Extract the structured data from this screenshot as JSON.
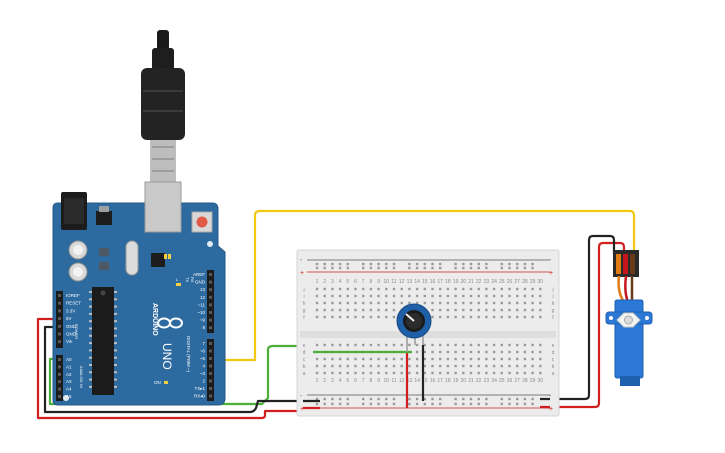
{
  "colors": {
    "board_blue": "#2c6aa0",
    "wire_yellow": "#f2c811",
    "wire_green": "#4caf37",
    "wire_red": "#d11f1f",
    "wire_black": "#222222",
    "servo_blue": "#2b78d6",
    "breadboard": "#ececec",
    "pot_blue": "#1f5fa8"
  },
  "arduino": {
    "brand": "ARDUINO",
    "model": "UNO",
    "icons": [
      "usb-plug-icon",
      "reset-button-icon",
      "arduino-logo-icon"
    ],
    "tx_label": "TX",
    "rx_label": "RX",
    "l_label": "L",
    "on_label": "ON",
    "digital_label": "DIGITAL (PWM ~)",
    "power_label": "POWER",
    "analog_label": "ANALOG IN",
    "top_pins": [
      "AREF",
      "GND",
      "13",
      "12",
      "~11",
      "~10",
      "~9",
      "8"
    ],
    "mid_pins": [
      "7",
      "~6",
      "~5",
      "4",
      "~3",
      "2",
      "TX▸1",
      "RX◂0"
    ],
    "power_pins": [
      "IOREF",
      "RESET",
      "3.3V",
      "5V",
      "GND",
      "GND",
      "Vin"
    ],
    "analog_pins": [
      "A0",
      "A1",
      "A2",
      "A3",
      "A4",
      "A5"
    ]
  },
  "breadboard": {
    "row_letters_top": [
      "j",
      "i",
      "h",
      "g",
      "f"
    ],
    "row_letters_bottom": [
      "e",
      "d",
      "c",
      "b",
      "a"
    ],
    "column_numbers": [
      "1",
      "2",
      "3",
      "4",
      "5",
      "6",
      "7",
      "8",
      "9",
      "10",
      "11",
      "12",
      "13",
      "14",
      "15",
      "16",
      "17",
      "18",
      "19",
      "20",
      "21",
      "22",
      "23",
      "24",
      "25",
      "26",
      "27",
      "28",
      "29",
      "30"
    ],
    "rail_minus": "-",
    "rail_plus": "+"
  },
  "components": {
    "potentiometer": "potentiometer-icon",
    "servo": "servo-motor-icon"
  }
}
